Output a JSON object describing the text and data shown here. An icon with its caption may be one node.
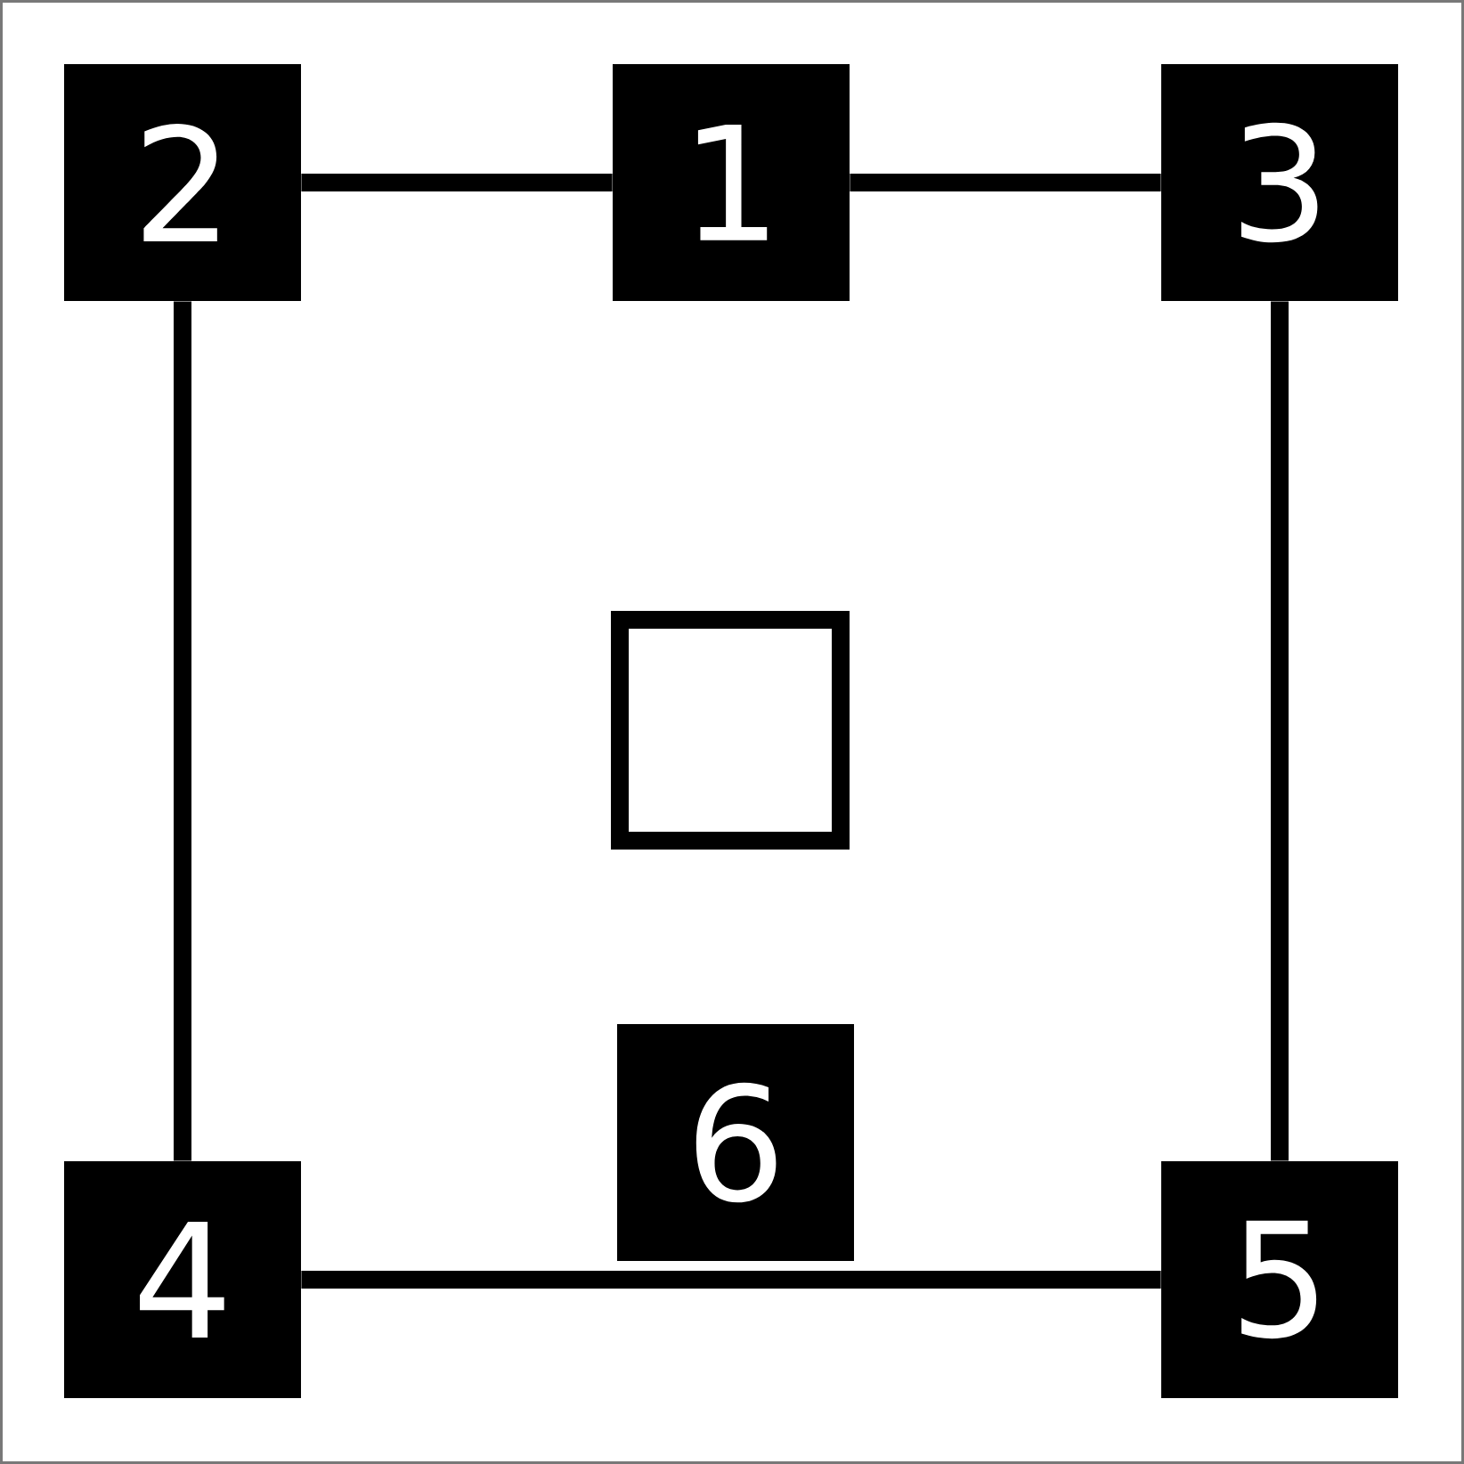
{
  "diagram": {
    "nodes": [
      {
        "text": [
          "2"
        ]
      },
      {
        "text": [
          "1"
        ]
      },
      {
        "text": [
          "3"
        ]
      },
      {
        "text": [],
        "shape": "box"
      },
      {
        "text": [
          "6"
        ]
      },
      {
        "text": [
          "4"
        ]
      },
      {
        "text": [
          "5"
        ]
      }
    ],
    "edges": [
      {
        "from": 0,
        "to": 1,
        "arrow": "none"
      },
      {
        "from": 1,
        "to": 2,
        "arrow": "none"
      },
      {
        "from": 0,
        "to": 5,
        "arrow": "none"
      },
      {
        "from": 2,
        "to": 6,
        "arrow": "none"
      },
      {
        "from": 5,
        "to": 6,
        "arrow": "none"
      }
    ]
  }
}
